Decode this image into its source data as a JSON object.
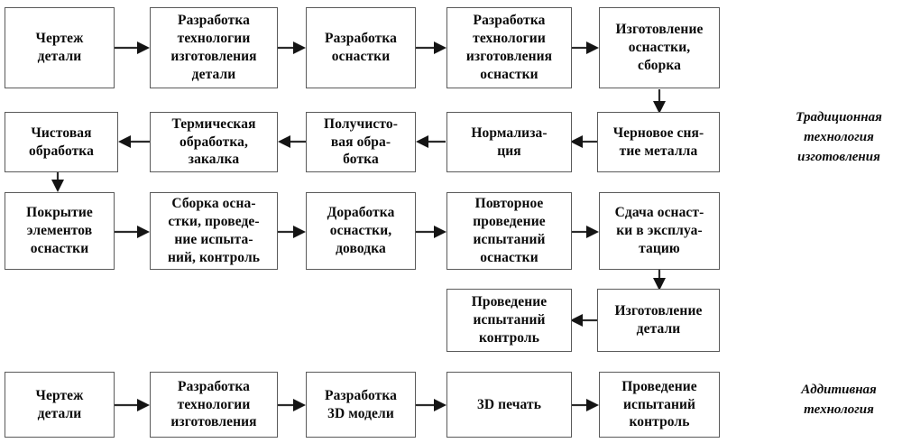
{
  "diagram": {
    "title_hidden": "",
    "ink_color": "#2b2b2b",
    "box_border_color": "#5a5a5a",
    "text_color": "#0a0a0a",
    "background": "#ffffff",
    "side_labels": [
      {
        "id": "traditional-label",
        "text": "Традиционная\nтехнология\nизготовления"
      },
      {
        "id": "additive-label",
        "text": "Аддитивная\nтехнология"
      }
    ],
    "nodes": [
      {
        "id": "n1",
        "text": "Чертеж\nдетали"
      },
      {
        "id": "n2",
        "text": "Разработка\nтехнологии\nизготовления\nдетали"
      },
      {
        "id": "n3",
        "text": "Разработка\nоснастки"
      },
      {
        "id": "n4",
        "text": "Разработка\nтехнологии\nизготовления\nоснастки"
      },
      {
        "id": "n5",
        "text": "Изготовление\nоснастки,\nсборка"
      },
      {
        "id": "n6",
        "text": "Чистовая\nобработка"
      },
      {
        "id": "n7",
        "text": "Термическая\nобработка,\nзакалка"
      },
      {
        "id": "n8",
        "text": "Получисто-\nвая обра-\nботка"
      },
      {
        "id": "n9",
        "text": "Нормализа-\nция"
      },
      {
        "id": "n10",
        "text": "Черновое сня-\nтие металла"
      },
      {
        "id": "n11",
        "text": "Покрытие\nэлементов\nоснастки"
      },
      {
        "id": "n12",
        "text": "Сборка осна-\nстки, проведе-\nние испыта-\nний, контроль"
      },
      {
        "id": "n13",
        "text": "Доработка\nоснастки,\nдоводка"
      },
      {
        "id": "n14",
        "text": "Повторное\nпроведение\nиспытаний\nоснастки"
      },
      {
        "id": "n15",
        "text": "Сдача оснаст-\nки в эксплуа-\nтацию"
      },
      {
        "id": "n16",
        "text": "Проведение\nиспытаний\nконтроль"
      },
      {
        "id": "n17",
        "text": "Изготовление\nдетали"
      },
      {
        "id": "n18",
        "text": "Чертеж\nдетали"
      },
      {
        "id": "n19",
        "text": "Разработка\nтехнологии\nизготовления"
      },
      {
        "id": "n20",
        "text": "Разработка\n3D модели"
      },
      {
        "id": "n21",
        "text": "3D печать"
      },
      {
        "id": "n22",
        "text": "Проведение\nиспытаний\nконтроль"
      }
    ],
    "edges": [
      {
        "from": "n1",
        "to": "n2",
        "direction": "right"
      },
      {
        "from": "n2",
        "to": "n3",
        "direction": "right"
      },
      {
        "from": "n3",
        "to": "n4",
        "direction": "right"
      },
      {
        "from": "n4",
        "to": "n5",
        "direction": "right"
      },
      {
        "from": "n5",
        "to": "n10",
        "direction": "down"
      },
      {
        "from": "n10",
        "to": "n9",
        "direction": "left"
      },
      {
        "from": "n9",
        "to": "n8",
        "direction": "left"
      },
      {
        "from": "n8",
        "to": "n7",
        "direction": "left"
      },
      {
        "from": "n7",
        "to": "n6",
        "direction": "left"
      },
      {
        "from": "n6",
        "to": "n11",
        "direction": "down"
      },
      {
        "from": "n11",
        "to": "n12",
        "direction": "right"
      },
      {
        "from": "n12",
        "to": "n13",
        "direction": "right"
      },
      {
        "from": "n13",
        "to": "n14",
        "direction": "right"
      },
      {
        "from": "n14",
        "to": "n15",
        "direction": "right"
      },
      {
        "from": "n15",
        "to": "n17",
        "direction": "down"
      },
      {
        "from": "n17",
        "to": "n16",
        "direction": "left"
      },
      {
        "from": "n18",
        "to": "n19",
        "direction": "right"
      },
      {
        "from": "n19",
        "to": "n20",
        "direction": "right"
      },
      {
        "from": "n20",
        "to": "n21",
        "direction": "right"
      },
      {
        "from": "n21",
        "to": "n22",
        "direction": "right"
      }
    ]
  }
}
